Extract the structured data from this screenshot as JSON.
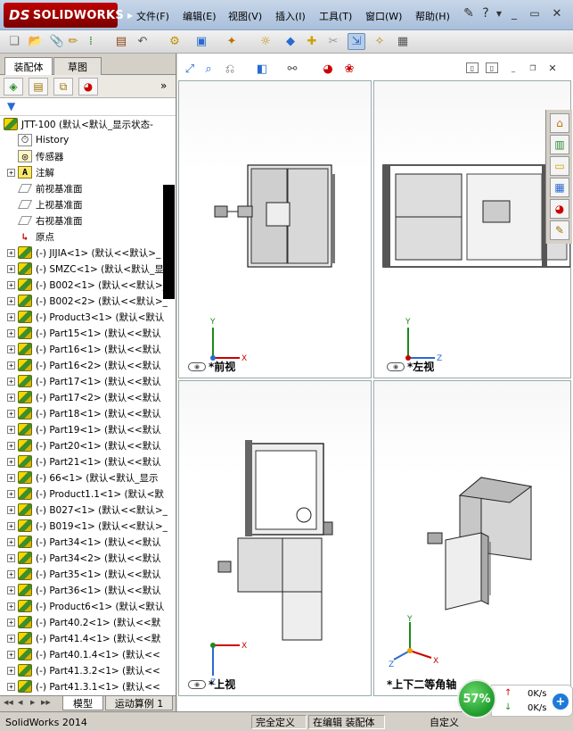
{
  "app": {
    "logo_ds": "DS",
    "logo_text": "SOLIDWORKS"
  },
  "menu": [
    "文件(F)",
    "编辑(E)",
    "视图(V)",
    "插入(I)",
    "工具(T)",
    "窗口(W)",
    "帮助(H)"
  ],
  "panel": {
    "tabs": [
      "装配体",
      "草图"
    ],
    "root": "JTT-100  (默认<默认_显示状态-",
    "items": [
      {
        "type": "history",
        "label": "History"
      },
      {
        "type": "sensor",
        "label": "传感器"
      },
      {
        "type": "note",
        "label": "注解",
        "expand": true
      },
      {
        "type": "plane",
        "label": "前视基准面"
      },
      {
        "type": "plane",
        "label": "上视基准面"
      },
      {
        "type": "plane",
        "label": "右视基准面"
      },
      {
        "type": "origin",
        "label": "原点"
      },
      {
        "type": "part",
        "label": "(-) JIJIA<1> (默认<<默认>_",
        "expand": true
      },
      {
        "type": "part",
        "label": "(-) SMZC<1> (默认<默认_显",
        "expand": true
      },
      {
        "type": "part",
        "label": "(-) B002<1> (默认<<默认>_",
        "expand": true
      },
      {
        "type": "part",
        "label": "(-) B002<2> (默认<<默认>_",
        "expand": true
      },
      {
        "type": "part",
        "label": "(-) Product3<1> (默认<默认",
        "expand": true
      },
      {
        "type": "part",
        "label": "(-) Part15<1> (默认<<默认",
        "expand": true
      },
      {
        "type": "part",
        "label": "(-) Part16<1> (默认<<默认",
        "expand": true
      },
      {
        "type": "part",
        "label": "(-) Part16<2> (默认<<默认",
        "expand": true
      },
      {
        "type": "part",
        "label": "(-) Part17<1> (默认<<默认",
        "expand": true
      },
      {
        "type": "part",
        "label": "(-) Part17<2> (默认<<默认",
        "expand": true
      },
      {
        "type": "part",
        "label": "(-) Part18<1> (默认<<默认",
        "expand": true
      },
      {
        "type": "part",
        "label": "(-) Part19<1> (默认<<默认",
        "expand": true
      },
      {
        "type": "part",
        "label": "(-) Part20<1> (默认<<默认",
        "expand": true
      },
      {
        "type": "part",
        "label": "(-) Part21<1> (默认<<默认",
        "expand": true
      },
      {
        "type": "part",
        "label": "(-) 66<1> (默认<默认_显示",
        "expand": true
      },
      {
        "type": "part",
        "label": "(-) Product1.1<1> (默认<默",
        "expand": true
      },
      {
        "type": "part",
        "label": "(-) B027<1> (默认<<默认>_",
        "expand": true
      },
      {
        "type": "part",
        "label": "(-) B019<1> (默认<<默认>_",
        "expand": true
      },
      {
        "type": "part",
        "label": "(-) Part34<1> (默认<<默认",
        "expand": true
      },
      {
        "type": "part",
        "label": "(-) Part34<2> (默认<<默认",
        "expand": true
      },
      {
        "type": "part",
        "label": "(-) Part35<1> (默认<<默认",
        "expand": true
      },
      {
        "type": "part",
        "label": "(-) Part36<1> (默认<<默认",
        "expand": true
      },
      {
        "type": "part",
        "label": "(-) Product6<1> (默认<默认",
        "expand": true
      },
      {
        "type": "part",
        "label": "(-) Part40.2<1> (默认<<默",
        "expand": true
      },
      {
        "type": "part",
        "label": "(-) Part41.4<1> (默认<<默",
        "expand": true
      },
      {
        "type": "part",
        "label": "(-) Part40.1.4<1> (默认<<",
        "expand": true
      },
      {
        "type": "part",
        "label": "(-) Part41.3.2<1> (默认<<",
        "expand": true
      },
      {
        "type": "part",
        "label": "(-) Part41.3.1<1> (默认<<",
        "expand": true
      }
    ],
    "bottom_tabs": [
      "模型",
      "运动算例 1"
    ]
  },
  "views": {
    "front": "*前视",
    "left": "*左视",
    "top": "*上视",
    "iso": "*上下二等角轴"
  },
  "axes": {
    "x": "X",
    "y": "Y",
    "z": "Z"
  },
  "status": {
    "app": "SolidWorks 2014",
    "state1": "完全定义",
    "state2": "在编辑 装配体",
    "state3": "自定义"
  },
  "net": {
    "pct": "57%",
    "up": "0K/s",
    "down": "0K/s",
    "plus": "+"
  },
  "colors": {
    "accent": "#b6cde8",
    "logo": "#c00000",
    "net_green": "#1c9a2b"
  }
}
